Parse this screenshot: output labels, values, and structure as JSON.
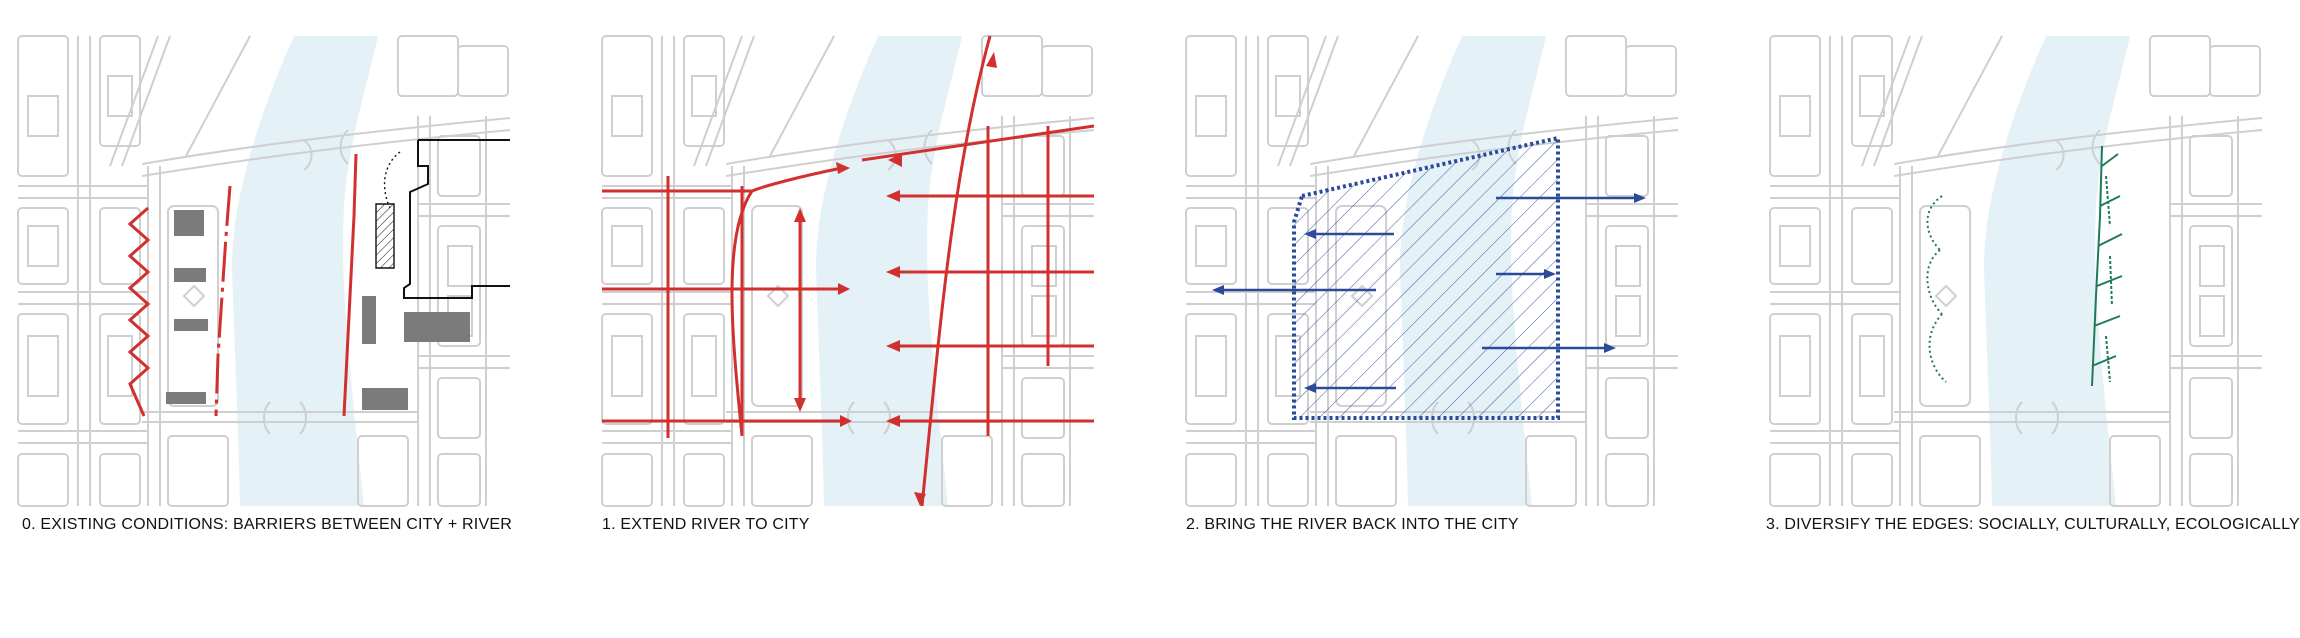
{
  "panels": [
    {
      "caption": "0. EXISTING CONDITIONS: BARRIERS BETWEEN CITY + RIVER"
    },
    {
      "caption": "1. EXTEND RIVER TO CITY"
    },
    {
      "caption": "2. BRING THE RIVER BACK INTO THE CITY"
    },
    {
      "caption": "3. DIVERSIFY THE EDGES: SOCIALLY, CULTURALLY, ECOLOGICALLY"
    }
  ],
  "colors": {
    "river": "#e4f1f6",
    "base_lines": "#c9c9c9",
    "barrier_red": "#d22f2f",
    "arrow_blue": "#2b4a9a",
    "edge_green": "#1f7a5a",
    "building_fill": "#7b7b7b"
  }
}
